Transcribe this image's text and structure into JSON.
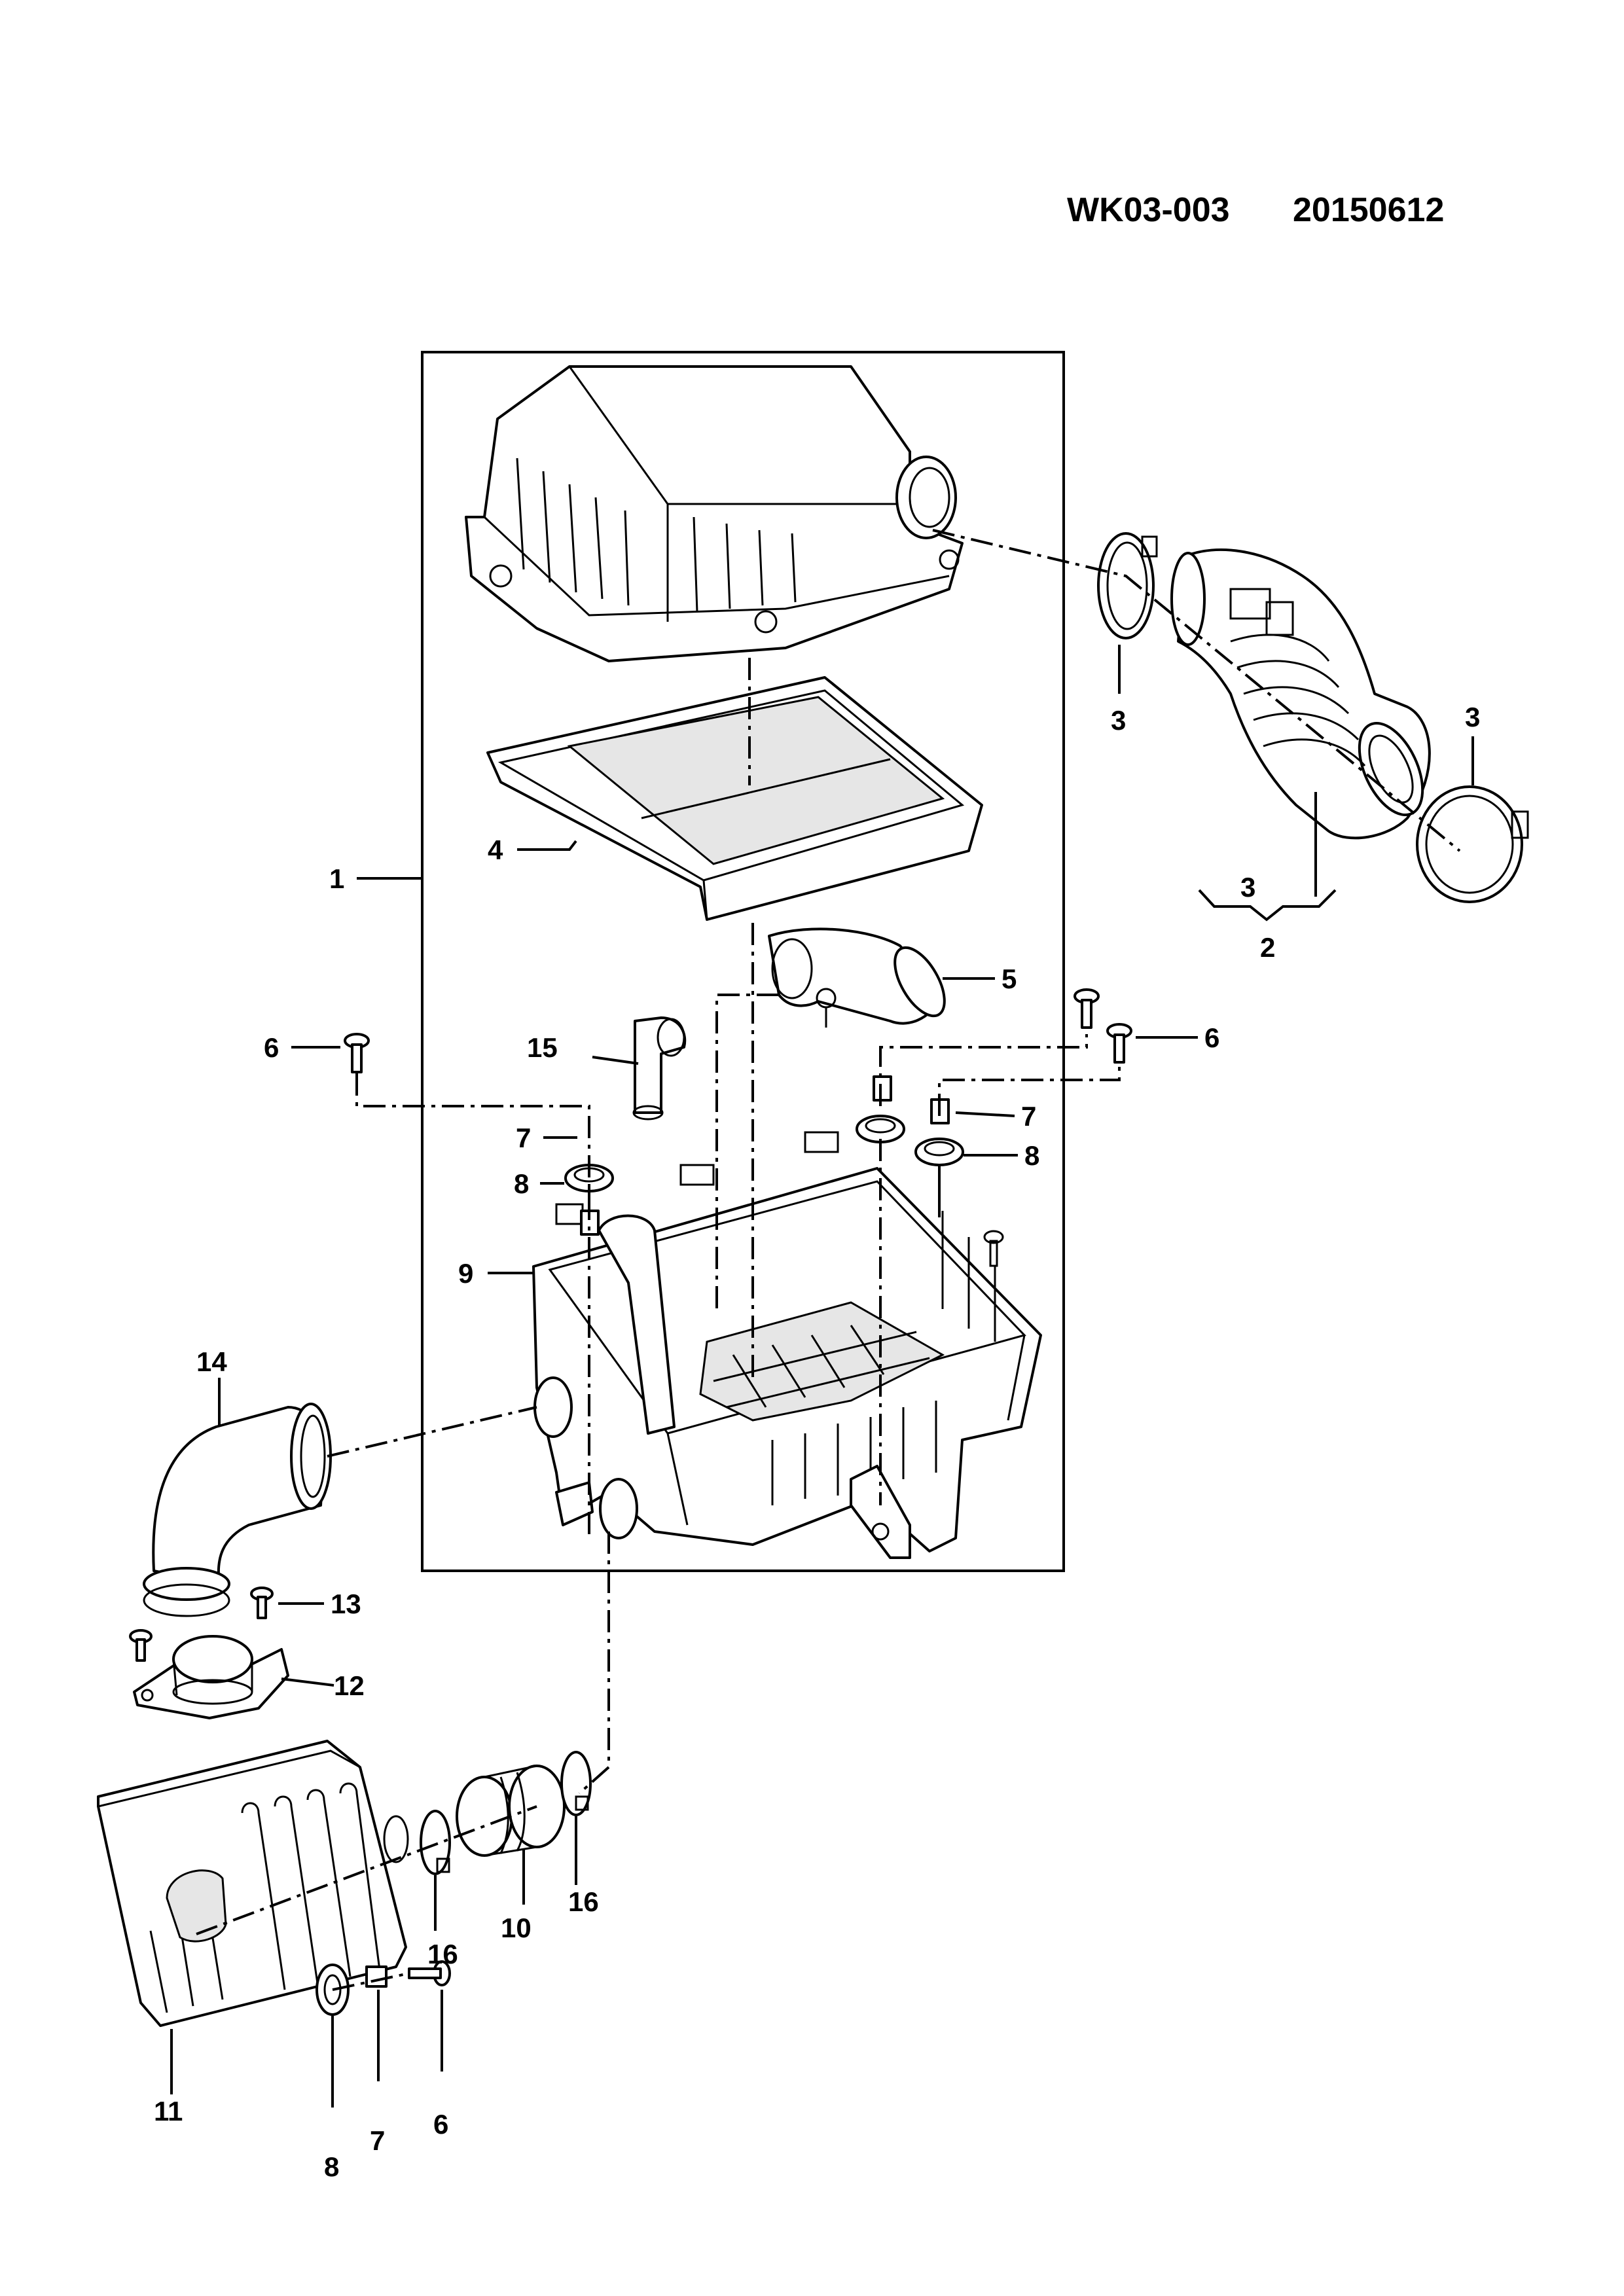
{
  "header": {
    "code": "WK03-003",
    "date": "20150612"
  },
  "callouts": [
    {
      "id": "c1",
      "label": "1"
    },
    {
      "id": "c2",
      "label": "2"
    },
    {
      "id": "c3a",
      "label": "3"
    },
    {
      "id": "c3b",
      "label": "3"
    },
    {
      "id": "c3c",
      "label": "3"
    },
    {
      "id": "c4",
      "label": "4"
    },
    {
      "id": "c5",
      "label": "5"
    },
    {
      "id": "c6a",
      "label": "6"
    },
    {
      "id": "c6b",
      "label": "6"
    },
    {
      "id": "c6c",
      "label": "6"
    },
    {
      "id": "c7a",
      "label": "7"
    },
    {
      "id": "c7b",
      "label": "7"
    },
    {
      "id": "c7c",
      "label": "7"
    },
    {
      "id": "c8a",
      "label": "8"
    },
    {
      "id": "c8b",
      "label": "8"
    },
    {
      "id": "c8c",
      "label": "8"
    },
    {
      "id": "c9",
      "label": "9"
    },
    {
      "id": "c10",
      "label": "10"
    },
    {
      "id": "c11",
      "label": "11"
    },
    {
      "id": "c12",
      "label": "12"
    },
    {
      "id": "c13",
      "label": "13"
    },
    {
      "id": "c14",
      "label": "14"
    },
    {
      "id": "c15",
      "label": "15"
    },
    {
      "id": "c16a",
      "label": "16"
    },
    {
      "id": "c16b",
      "label": "16"
    }
  ]
}
